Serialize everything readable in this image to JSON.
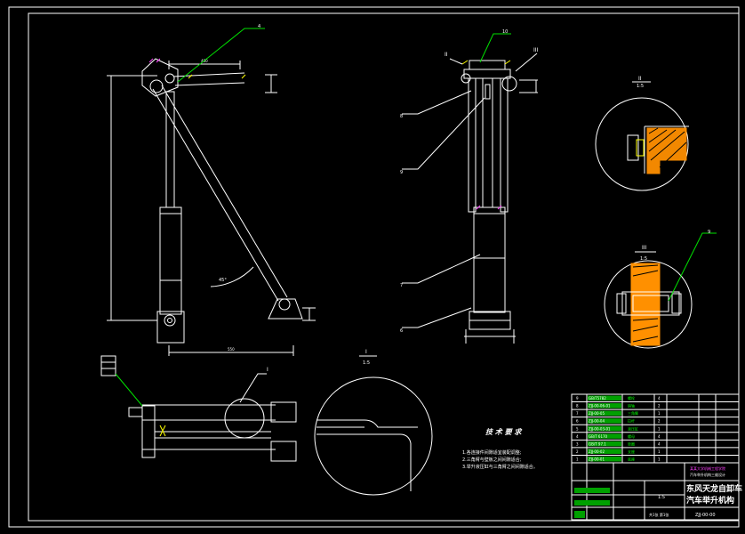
{
  "balloons": {
    "b1": "4",
    "b2": "10",
    "b3": "8",
    "b4": "9",
    "b5": "7",
    "b6": "6",
    "b7": "9",
    "b8": "I"
  },
  "section_labels": {
    "II_top": "II",
    "III_top": "III",
    "II_detail": "II",
    "II_scale": "1:5",
    "III_detail": "III",
    "III_scale": "1:5",
    "I_detail": "I",
    "I_scale": "1:5"
  },
  "dimensions": {
    "top_width": "480",
    "angle": "45°",
    "bottom_width": "550"
  },
  "tech_requirements": {
    "title": "技 术 要 求",
    "items": [
      "1.各连接件间隙适宜装配调整;",
      "2.三角臂与壁板之间间隙适合;",
      "3.举升液压缸与三角臂之间间隙适合。"
    ]
  },
  "title_block": {
    "title_line1": "东风天龙自卸车",
    "title_line2": "汽车举升机构",
    "org": "某某大学机械工程学院",
    "subtitle": "汽车举升机构三维设计",
    "drawing_no": "ZJJ-00-00",
    "scale": "1:5",
    "sheet": "共1张 第1张"
  },
  "bom_rows": [
    {
      "code": "GB/T5782",
      "name": "螺栓",
      "qty": "4"
    },
    {
      "code": "ZJJ-00-06-01",
      "name": "销轴",
      "qty": "2"
    },
    {
      "code": "ZJJ-00-05",
      "name": "三角臂",
      "qty": "1"
    },
    {
      "code": "ZJJ-00-04",
      "name": "拉杆",
      "qty": "2"
    },
    {
      "code": "ZJJ-00-03-01",
      "name": "液压缸",
      "qty": "1"
    },
    {
      "code": "GB/T 6170",
      "name": "螺母",
      "qty": "4"
    },
    {
      "code": "GB/T 97.1",
      "name": "垫圈",
      "qty": "4"
    },
    {
      "code": "ZJJ-00-02",
      "name": "支座",
      "qty": "1"
    },
    {
      "code": "ZJJ-00-01",
      "name": "底座",
      "qty": "1"
    }
  ]
}
